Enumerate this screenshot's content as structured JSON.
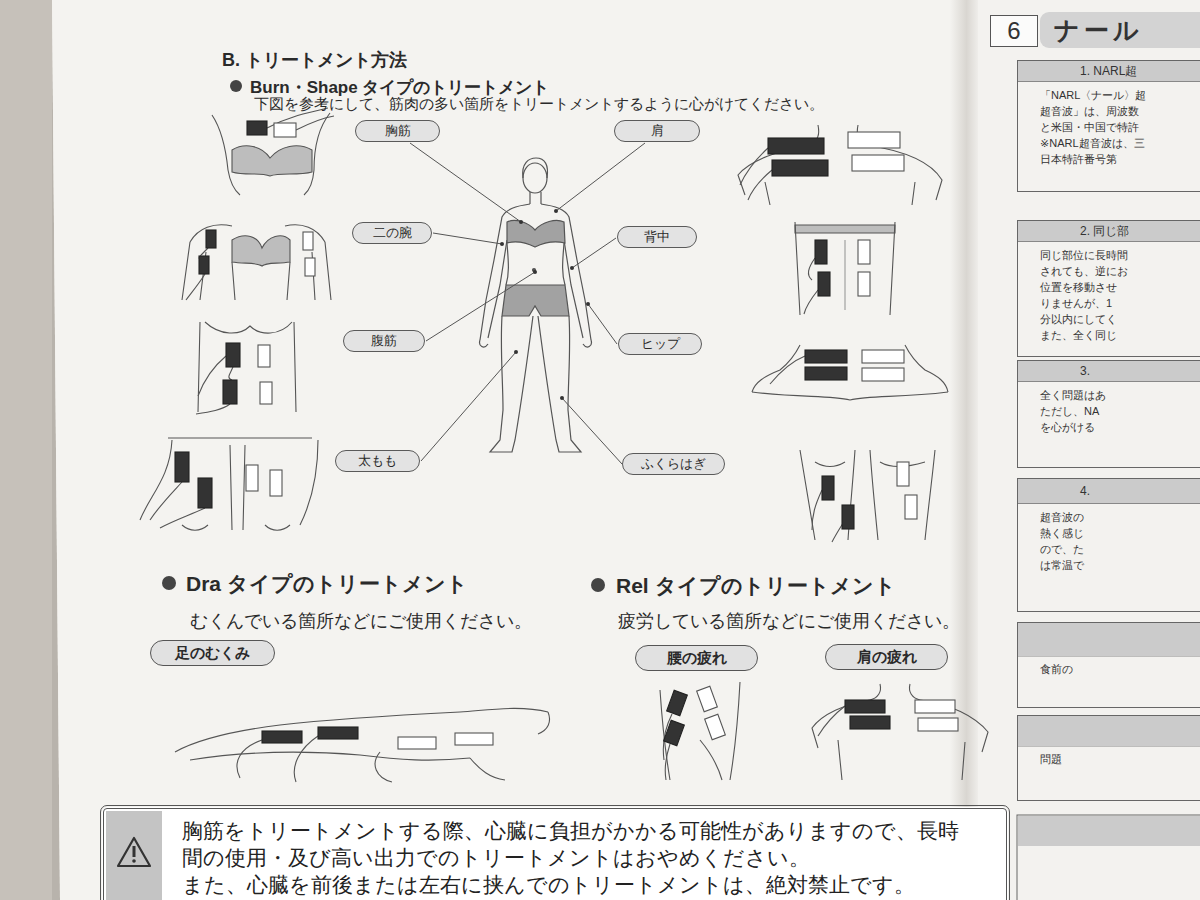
{
  "diagram": {
    "title": "B. トリートメント方法",
    "nodes": [
      {
        "text": [
          "胸筋"
        ]
      },
      {
        "text": [
          "肩"
        ]
      },
      {
        "text": [
          "二の腕"
        ]
      },
      {
        "text": [
          "背中"
        ]
      },
      {
        "text": [
          "腹筋"
        ]
      },
      {
        "text": [
          "ヒップ"
        ]
      },
      {
        "text": [
          "太もも"
        ]
      },
      {
        "text": [
          "ふくらはぎ"
        ]
      },
      {
        "text": [
          "足のむくみ"
        ]
      },
      {
        "text": [
          "腰の疲れ"
        ]
      },
      {
        "text": [
          "肩の疲れ"
        ]
      },
      {
        "text": [
          "胸筋をトリートメントする際、心臓に負担がかかる可能性がありますので、長時 間の使用・及び高い出力でのトリートメントはおやめください。",
          "また、心臓を前後または左右に挟んでのトリートメントは、絶対禁止です。"
        ]
      },
      {
        "text": [
          "6"
        ]
      },
      {
        "text": [
          "ナール"
        ]
      },
      {
        "text": [
          "1. NARL超",
          "「NARL〈ナール〉超 超音波」は、周波数 と米国・中国で特許 ※NARL超音波は、三 日本特許番号第"
        ]
      },
      {
        "text": [
          "2. 同じ部",
          "同じ部位に長時間 されても、逆にお 位置を移動させ りませんが、1 分以内にしてく また、全く同じ"
        ]
      },
      {
        "text": [
          "3.",
          "全く問題はあ ただし、NA を心がける"
        ]
      },
      {
        "text": [
          "4.",
          "超音波の 熱く感じ ので、た は常温で"
        ]
      },
      {
        "text": [
          "食前の"
        ]
      },
      {
        "text": [
          "問題"
        ]
      }
    ],
    "labels": [
      "Burn・Shape タイプのトリートメント",
      "下図を参考にして、筋肉の多い箇所をトリートメントするように心がけてください。",
      "Dra タイプのトリートメント",
      "むくんでいる箇所などにご使用ください。",
      "Rel タイプのトリートメント",
      "疲労している箇所などにご使用ください。"
    ]
  }
}
